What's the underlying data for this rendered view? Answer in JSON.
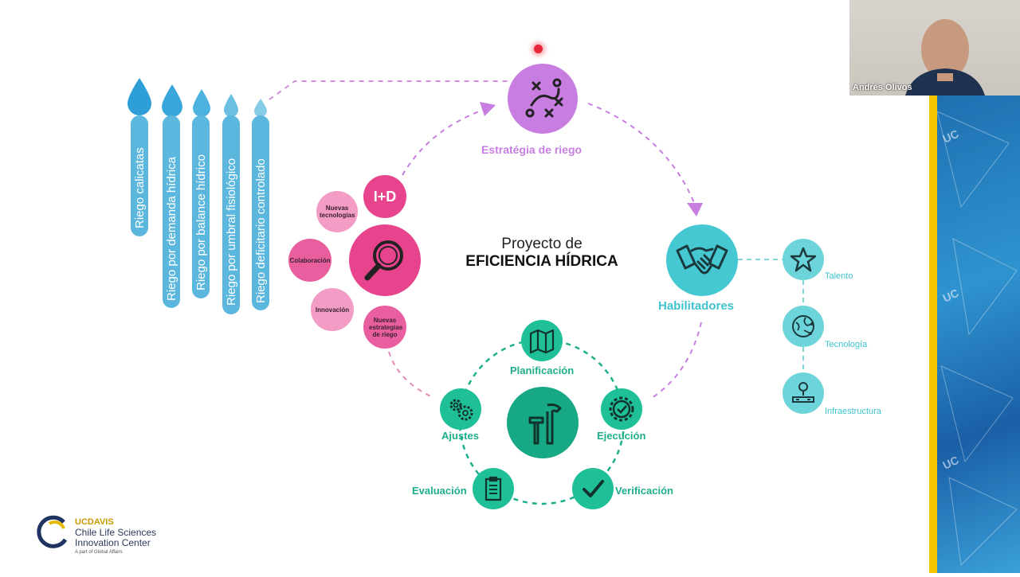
{
  "presenter": {
    "name": "Andrés Olivos"
  },
  "title": {
    "line1": "Proyecto de",
    "line2": "EFICIENCIA HÍDRICA"
  },
  "irrigation_types": [
    "Riego calicatas",
    "Riego por demanda hídrica",
    "Riego por balance hídrico",
    "Riego por umbral fisiológico",
    "Riego deficitario controlado"
  ],
  "strategy": {
    "label": "Estratégia de riego",
    "icon": "strategy-icon"
  },
  "rd": {
    "main": "I+D",
    "items": [
      "Nuevas tecnologías",
      "Colaboración",
      "Innovación",
      "Nuevas estrategias de riego"
    ]
  },
  "enablers": {
    "label": "Habilitadores",
    "items": [
      "Talento",
      "Tecnología",
      "Infraestructura"
    ]
  },
  "cycle": {
    "items": [
      "Planificación",
      "Ejecución",
      "Verificación",
      "Evaluación",
      "Ajustes"
    ]
  },
  "logo": {
    "brand": "UCDAVIS",
    "line1": "Chile Life Sciences",
    "line2": "Innovation Center",
    "tagline": "A part of Global Affairs"
  },
  "colors": {
    "pink": "#e7448d",
    "teal": "#1fbf98",
    "cyan": "#46c8d3",
    "purple": "#c77ee0",
    "blue": "#5bb7dd"
  }
}
